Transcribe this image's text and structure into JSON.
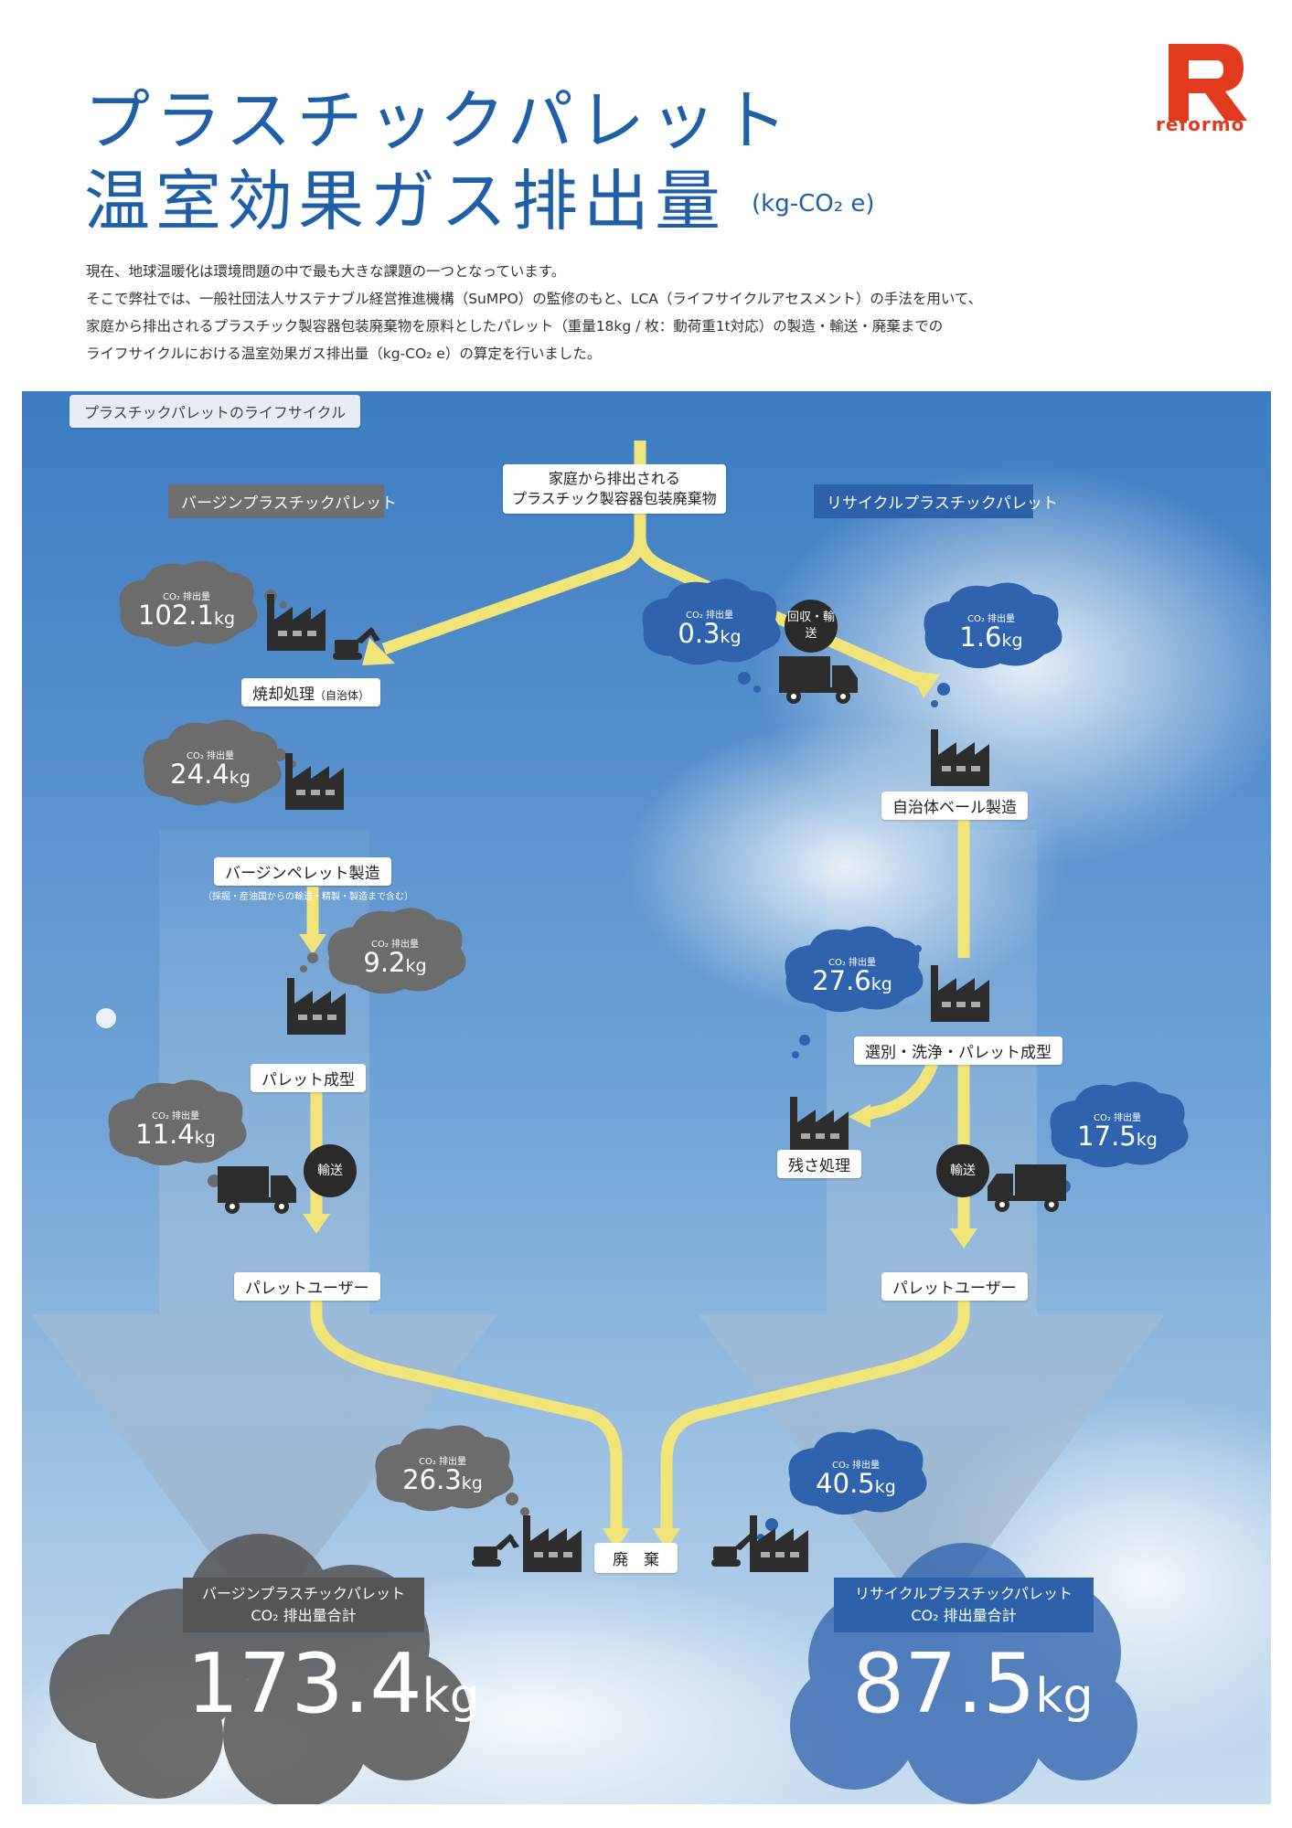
{
  "header": {
    "title_line1": "プラスチックパレット",
    "title_line2": "温室効果ガス排出量",
    "unit": "(kg-CO₂ e)",
    "logo_text": "reformo"
  },
  "intro": [
    "現在、地球温暖化は環境問題の中で最も大きな課題の一つとなっています。",
    "そこで弊社では、一般社団法人サステナブル経営推進機構（SuMPO）の監修のもと、LCA（ライフサイクルアセスメント）の手法を用いて、",
    "家庭から排出されるプラスチック製容器包装廃棄物を原料としたパレット（重量18kg / 枚：動荷重1t対応）の製造・輸送・廃棄までの",
    "ライフサイクルにおける温室効果ガス排出量（kg-CO₂ e）の算定を行いました。"
  ],
  "diagram": {
    "section_label": "プラスチックパレットのライフサイクル",
    "source_line1": "家庭から排出される",
    "source_line2": "プラスチック製容器包装廃棄物",
    "virgin_header": "バージンプラスチックパレット",
    "recycle_header": "リサイクルプラスチックパレット",
    "co2_label": "CO₂ 排出量",
    "kg": "kg",
    "virgin": {
      "incineration": {
        "label": "焼却処理",
        "note": "（自治体）",
        "value": "102.1"
      },
      "pellet": {
        "label": "バージンペレット製造",
        "note": "（採掘・産油国からの輸送・精製・製造まで含む）",
        "value": "24.4"
      },
      "molding": {
        "label": "パレット成型",
        "value": "9.2"
      },
      "transport": {
        "label": "輸送",
        "value": "11.4"
      },
      "user": {
        "label": "パレットユーザー"
      },
      "disposal_value": "26.3",
      "total_line1": "バージンプラスチックパレット",
      "total_line2": "CO₂ 排出量合計",
      "total_value": "173.4",
      "total_unit": "kg"
    },
    "recycle": {
      "collection": {
        "label": "回収・輸送",
        "value": "0.3"
      },
      "bale": {
        "label": "自治体ベール製造",
        "value": "1.6"
      },
      "sorting": {
        "label": "選別・洗浄・パレット成型",
        "value": "27.6"
      },
      "residue": {
        "label": "残さ処理"
      },
      "transport": {
        "label": "輸送",
        "value": "17.5"
      },
      "user": {
        "label": "パレットユーザー"
      },
      "disposal_value": "40.5",
      "total_line1": "リサイクルプラスチックパレット",
      "total_line2": "CO₂ 排出量合計",
      "total_value": "87.5",
      "total_unit": "kg"
    },
    "disposal_label": "廃　棄",
    "colors": {
      "title": "#1f5fa8",
      "arrow": "#f1e57a",
      "gray_cloud": "#6e6e6e",
      "blue_cloud": "#2f63ad",
      "sky": "#5b93cf"
    }
  }
}
